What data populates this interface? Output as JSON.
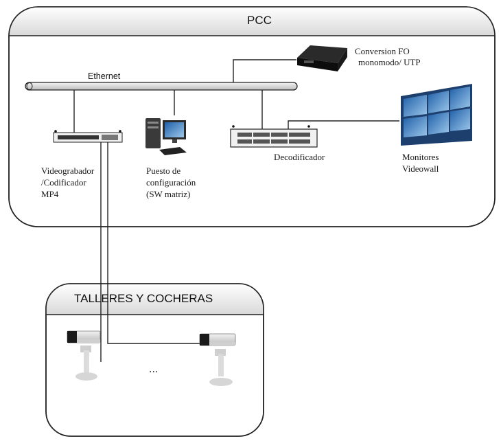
{
  "pcc": {
    "title": "PCC"
  },
  "network": {
    "ethernet_label": "Ethernet"
  },
  "devices": {
    "fo_converter": {
      "label_line1": "Conversion FO",
      "label_line2": "monomodo/ UTP"
    },
    "videograbador": {
      "label": "Videograbador\n/Codificador\nMP4"
    },
    "puesto": {
      "label": "Puesto de\nconfiguración\n(SW matriz)"
    },
    "decodificador": {
      "label": "Decodificador"
    },
    "monitores": {
      "label": "Monitores\nVideowall"
    }
  },
  "talleres": {
    "title": "TALLERES Y COCHERAS",
    "ellipsis": "..."
  }
}
